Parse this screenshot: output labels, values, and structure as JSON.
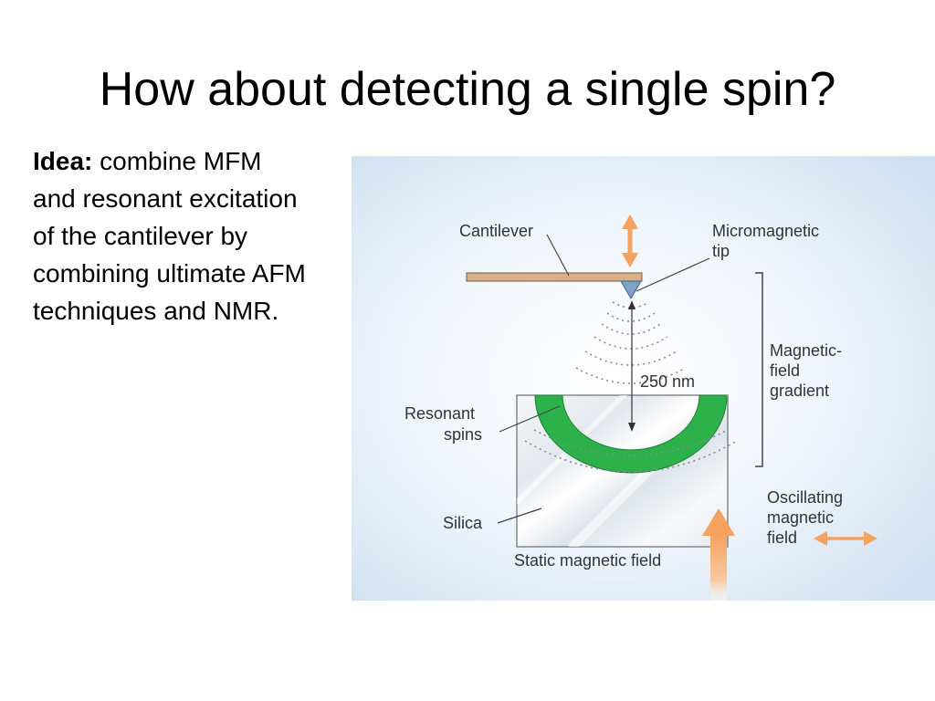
{
  "slide": {
    "title": "How about detecting a single spin?",
    "idea_label": "Idea:",
    "idea_text": "combine MFM and resonant excitation of the cantilever by combining ultimate AFM techniques and NMR."
  },
  "diagram": {
    "labels": {
      "cantilever": "Cantilever",
      "tip_line1": "Micromagnetic",
      "tip_line2": "tip",
      "gradient_line1": "Magnetic-",
      "gradient_line2": "field",
      "gradient_line3": "gradient",
      "distance": "250 nm",
      "spins_line1": "Resonant",
      "spins_line2": "spins",
      "silica": "Silica",
      "static_field": "Static magnetic field",
      "osc_line1": "Oscillating",
      "osc_line2": "magnetic",
      "osc_line3": "field"
    },
    "colors": {
      "arrow": "#f4a25e",
      "cantilever": "#d7b08a",
      "tip": "#7ea3c6",
      "spins": "#2db24b",
      "background": "#dfeaf6"
    }
  }
}
